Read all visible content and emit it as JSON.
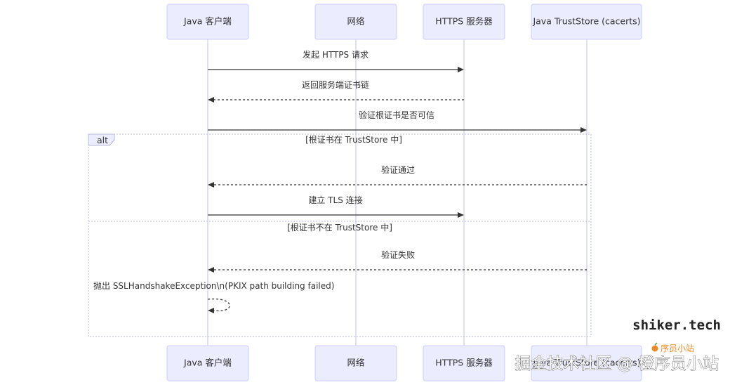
{
  "participants": [
    {
      "id": "client",
      "label": "Java 客户端"
    },
    {
      "id": "network",
      "label": "网络"
    },
    {
      "id": "server",
      "label": "HTTPS 服务器"
    },
    {
      "id": "truststore",
      "label": "Java TrustStore (cacerts)"
    }
  ],
  "messages": [
    {
      "id": "m1",
      "from": "client",
      "to": "server",
      "label": "发起 HTTPS 请求",
      "style": "solid"
    },
    {
      "id": "m2",
      "from": "server",
      "to": "client",
      "label": "返回服务端证书链",
      "style": "dotted"
    },
    {
      "id": "m3",
      "from": "client",
      "to": "truststore",
      "label": "验证根证书是否可信",
      "style": "solid"
    },
    {
      "id": "m4",
      "from": "truststore",
      "to": "client",
      "label": "验证通过",
      "style": "dotted"
    },
    {
      "id": "m5",
      "from": "client",
      "to": "server",
      "label": "建立 TLS 连接",
      "style": "solid"
    },
    {
      "id": "m6",
      "from": "truststore",
      "to": "client",
      "label": "验证失败",
      "style": "dotted"
    },
    {
      "id": "m7",
      "from": "client",
      "to": "client",
      "label": "抛出 SSLHandshakeException\\n(PKIX path building failed)",
      "style": "dotted"
    }
  ],
  "alt_frame": {
    "keyword": "alt",
    "conditions": [
      "[根证书在 TrustStore 中]",
      "[根证书不在 TrustStore 中]"
    ]
  },
  "watermarks": {
    "site": "shiker.tech",
    "brand_icon": "orange-fruit-icon",
    "brand": "序员小站",
    "platform": "掘金技术社区 @ 橙序员小站"
  }
}
